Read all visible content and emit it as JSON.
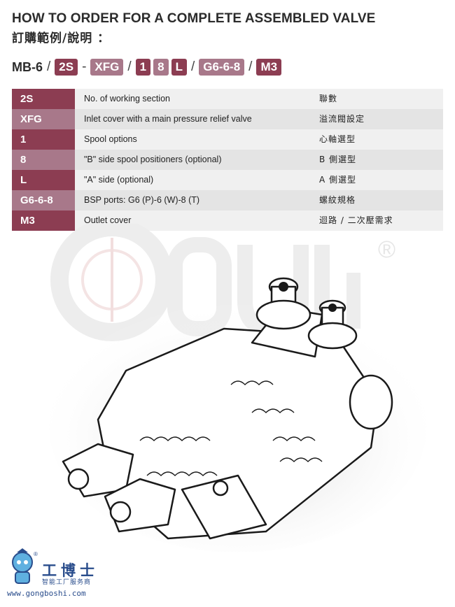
{
  "header": {
    "title_en": "HOW TO ORDER FOR A COMPLETE ASSEMBLED VALVE",
    "title_zh": "訂購範例/說明 ："
  },
  "order_code": {
    "prefix": "MB-6",
    "sep": "/",
    "dash": "-",
    "chips": [
      {
        "label": "2S",
        "color": "#8c3d52"
      },
      {
        "label": "XFG",
        "color": "#a8788a"
      },
      {
        "label": "1",
        "color": "#8c3d52"
      },
      {
        "label": "8",
        "color": "#a8788a"
      },
      {
        "label": "L",
        "color": "#8c3d52"
      },
      {
        "label": "G6-6-8",
        "color": "#a8788a"
      },
      {
        "label": "M3",
        "color": "#8c3d52"
      }
    ]
  },
  "table": {
    "rows": [
      {
        "code": "2S",
        "description": "No. of working section",
        "zh": "聯數",
        "color": "#8c3d52"
      },
      {
        "code": "XFG",
        "description": "Inlet cover with a main pressure relief valve",
        "zh": "溢流閥設定",
        "color": "#a8788a"
      },
      {
        "code": "1",
        "description": "Spool options",
        "zh": "心軸選型",
        "color": "#8c3d52"
      },
      {
        "code": "8",
        "description": "\"B\" side spool positioners (optional)",
        "zh": "B 側選型",
        "color": "#a8788a"
      },
      {
        "code": "L",
        "description": "\"A\" side (optional)",
        "zh": "A 側選型",
        "color": "#8c3d52"
      },
      {
        "code": "G6-6-8",
        "description": "BSP ports: G6 (P)-6 (W)-8 (T)",
        "zh": "螺紋規格",
        "color": "#a8788a"
      },
      {
        "code": "M3",
        "description": "Outlet cover",
        "zh": "迴路 / 二次壓需求",
        "color": "#8c3d52"
      }
    ]
  },
  "footer": {
    "brand": "工博士",
    "subtitle": "智能工厂服务商",
    "url": "www.gongboshi.com",
    "reg_mark": "®"
  },
  "watermark": {
    "text": "YOULi",
    "reg_mark": "®"
  }
}
